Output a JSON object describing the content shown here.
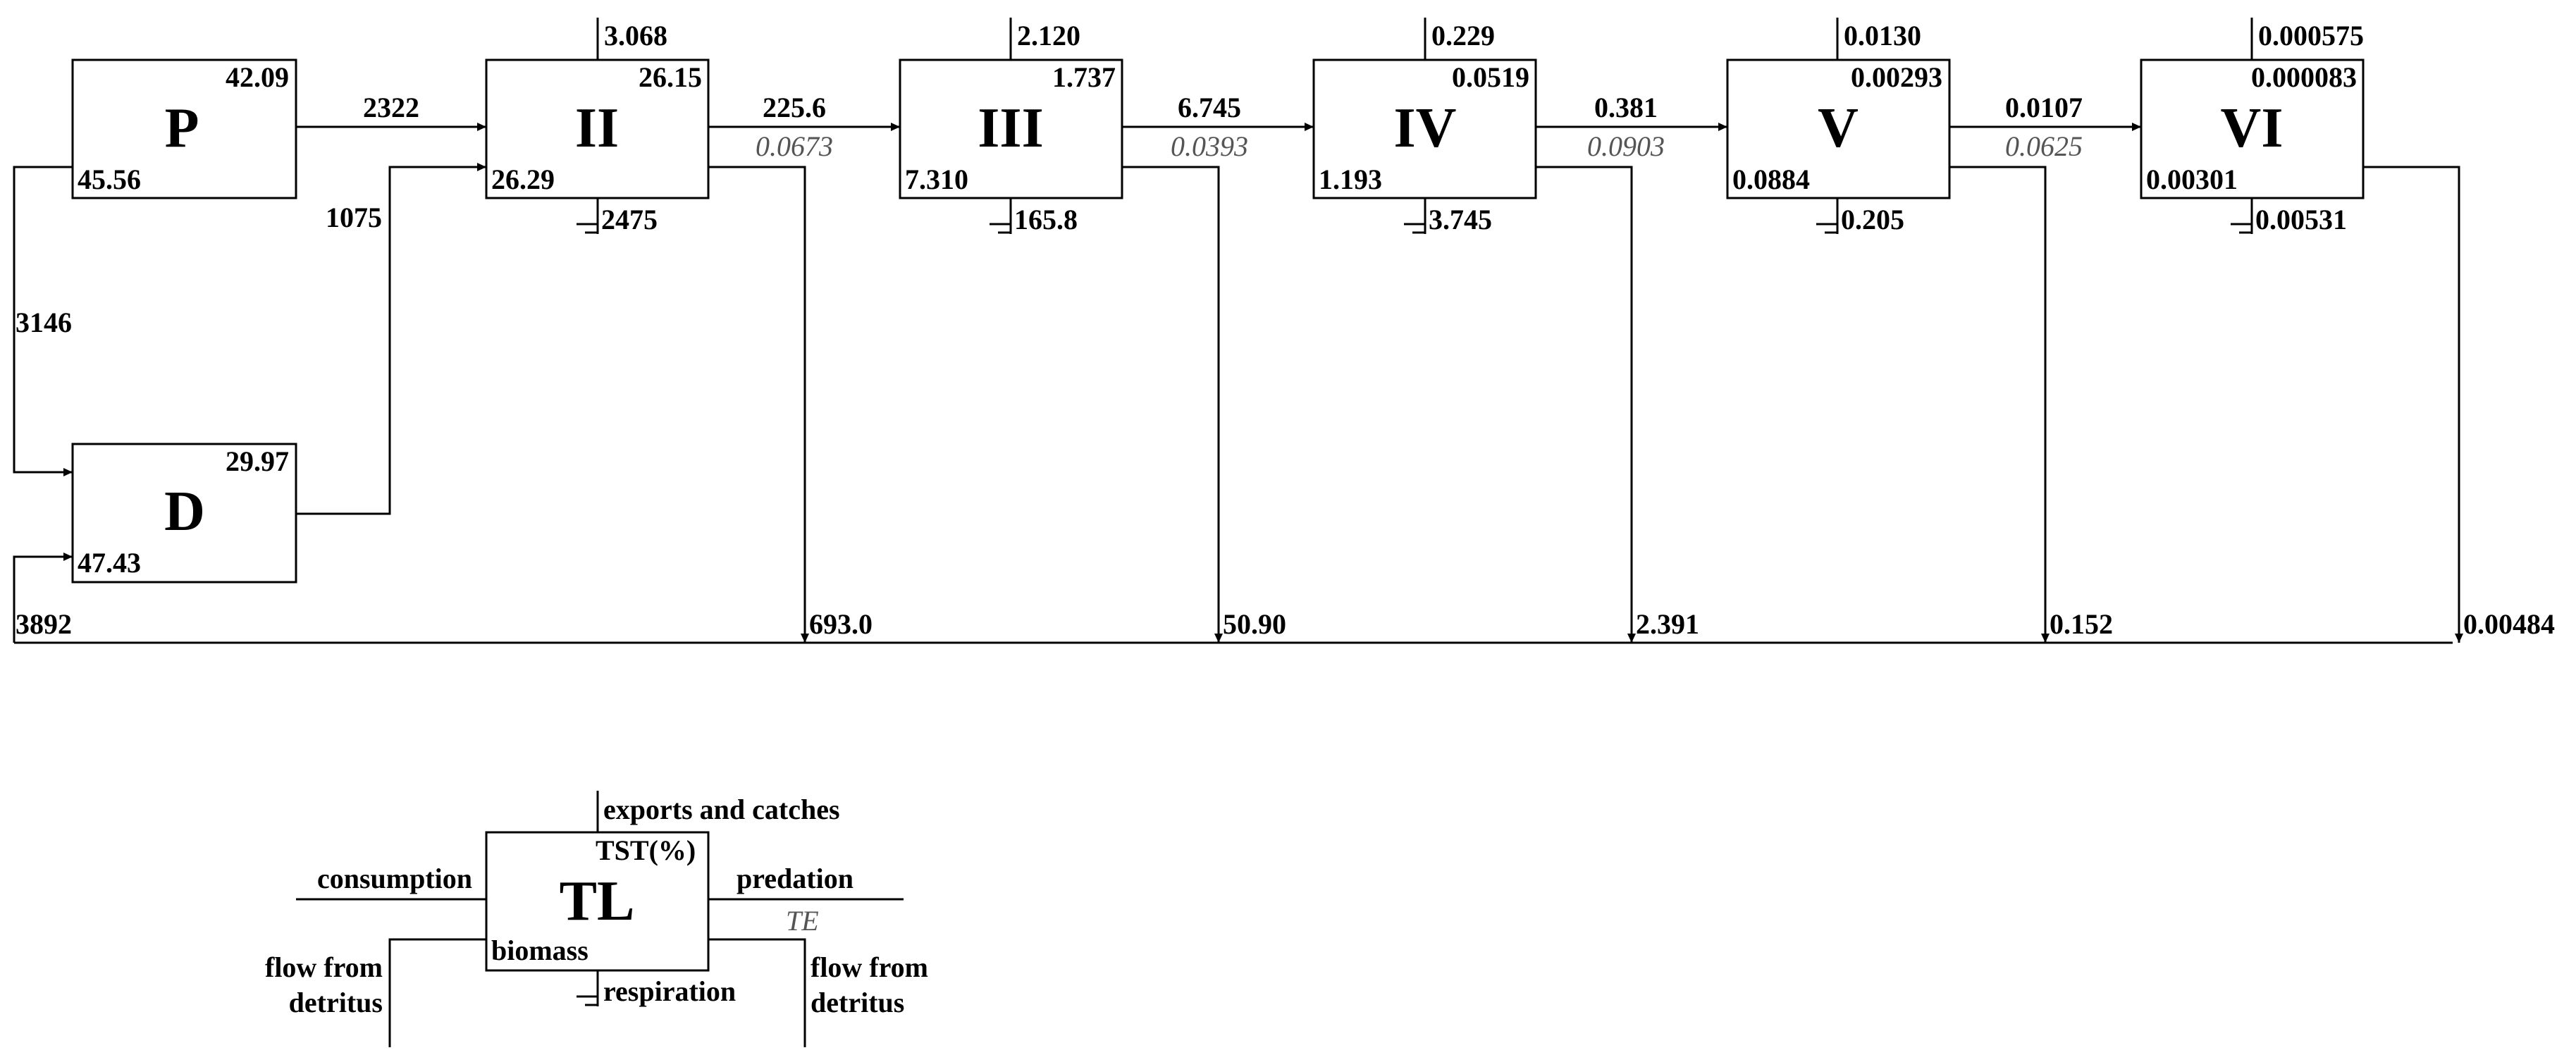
{
  "flows": {
    "p_to_d": "3146",
    "d_to_ii": "1075",
    "detritus_in_to_d": "3892"
  },
  "nodes": [
    {
      "id": "P",
      "label": "P",
      "tst": "42.09",
      "biomass": "45.56"
    },
    {
      "id": "D",
      "label": "D",
      "tst": "29.97",
      "biomass": "47.43"
    },
    {
      "id": "II",
      "label": "II",
      "tst": "26.15",
      "biomass": "26.29",
      "export": "3.068",
      "respiration": "2475",
      "to_detritus": "693.0"
    },
    {
      "id": "III",
      "label": "III",
      "tst": "1.737",
      "biomass": "7.310",
      "export": "2.120",
      "respiration": "165.8",
      "to_detritus": "50.90"
    },
    {
      "id": "IV",
      "label": "IV",
      "tst": "0.0519",
      "biomass": "1.193",
      "export": "0.229",
      "respiration": "3.745",
      "to_detritus": "2.391"
    },
    {
      "id": "V",
      "label": "V",
      "tst": "0.00293",
      "biomass": "0.0884",
      "export": "0.0130",
      "respiration": "0.205",
      "to_detritus": "0.152"
    },
    {
      "id": "VI",
      "label": "VI",
      "tst": "0.000083",
      "biomass": "0.00301",
      "export": "0.000575",
      "respiration": "0.00531",
      "to_detritus": "0.00484"
    }
  ],
  "links": [
    {
      "from": "P",
      "to": "II",
      "predation": "2322",
      "te": ""
    },
    {
      "from": "II",
      "to": "III",
      "predation": "225.6",
      "te": "0.0673"
    },
    {
      "from": "III",
      "to": "IV",
      "predation": "6.745",
      "te": "0.0393"
    },
    {
      "from": "IV",
      "to": "V",
      "predation": "0.381",
      "te": "0.0903"
    },
    {
      "from": "V",
      "to": "VI",
      "predation": "0.0107",
      "te": "0.0625"
    }
  ],
  "legend": {
    "box_label": "TL",
    "exports": "exports and catches",
    "tst": "TST(%)",
    "consumption": "consumption",
    "predation": "predation",
    "te": "TE",
    "biomass": "biomass",
    "respiration": "respiration",
    "flow_from_detritus_left_1": "flow from",
    "flow_from_detritus_left_2": "detritus",
    "flow_from_detritus_right_1": "flow from",
    "flow_from_detritus_right_2": "detritus"
  }
}
